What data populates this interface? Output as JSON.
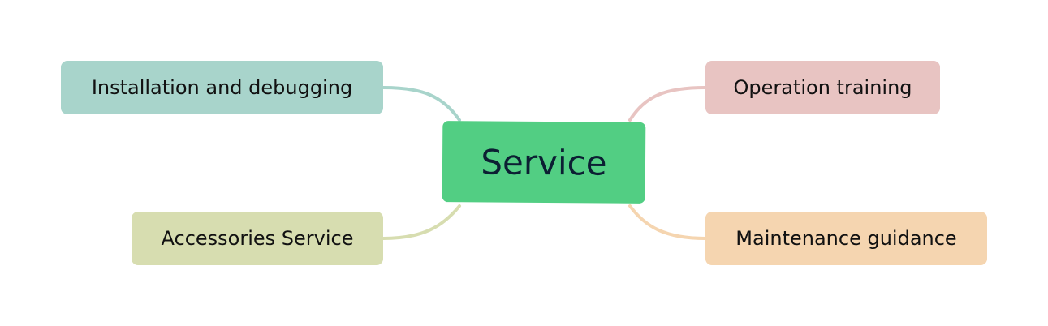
{
  "mindmap": {
    "central": {
      "label": "Service",
      "color": "#52ce83"
    },
    "branches": [
      {
        "label": "Installation and debugging",
        "color": "#a8d4cb",
        "line_color": "#a8d4cb"
      },
      {
        "label": "Accessories Service",
        "color": "#d7ddb0",
        "line_color": "#d7ddb0"
      },
      {
        "label": "Operation training",
        "color": "#e8c4c2",
        "line_color": "#e8c4c2"
      },
      {
        "label": "Maintenance guidance",
        "color": "#f5d5b0",
        "line_color": "#f5d5b0"
      }
    ]
  }
}
